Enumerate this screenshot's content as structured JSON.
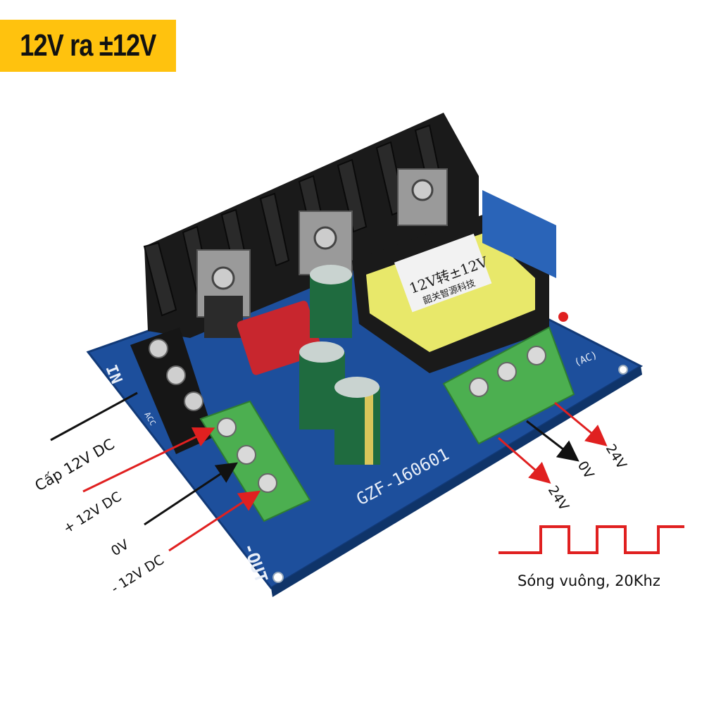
{
  "title": "12V ra ±12V",
  "labels": {
    "input_supply": "Cấp 12V DC",
    "out_plus": "+ 12V DC",
    "out_zero": "0V",
    "out_minus": "- 12V DC",
    "ac_left": "24V",
    "ac_mid": "0V",
    "ac_right": "24V",
    "wave_caption": "Sóng vuông, 20Khz"
  },
  "board": {
    "model": "GZF-160601",
    "silk_in": "IN",
    "silk_acc": "ACC",
    "silk_out": "-OUT",
    "silk_ac": "(AC)",
    "transformer_label_1": "12V转±12V",
    "transformer_label_2": "韶关智源科技"
  },
  "colors": {
    "title_bg": "#ffc20e",
    "pcb": "#1d4f9c",
    "terminal_green": "#4caf50",
    "arrow_red": "#e02020",
    "arrow_black": "#111111",
    "heatsink": "#1a1a1a",
    "transformer_yellow": "#e8e86a"
  }
}
